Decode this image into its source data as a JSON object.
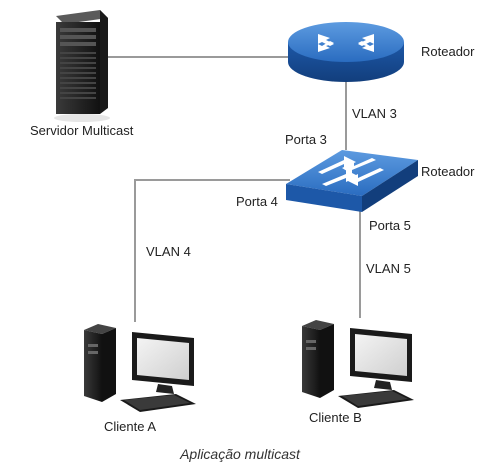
{
  "diagram": {
    "labels": {
      "server": "Servidor Multicast",
      "router": "Roteador",
      "switch": "Roteador",
      "vlan3": "VLAN 3",
      "porta3": "Porta 3",
      "porta4": "Porta 4",
      "porta5": "Porta 5",
      "vlan4": "VLAN 4",
      "vlan5": "VLAN 5",
      "clientA": "Cliente A",
      "clientB": "Cliente B"
    },
    "caption": "Aplicação multicast"
  },
  "icons": {
    "server": "server-tower-icon",
    "router": "router-icon",
    "switch": "switch-icon",
    "clientA": "desktop-computer-icon",
    "clientB": "desktop-computer-icon"
  },
  "colors": {
    "device_blue": "#1f5fb5",
    "device_blue_light": "#4a8ad8",
    "device_dark": "#202020",
    "link_line": "#9a9a9a"
  }
}
